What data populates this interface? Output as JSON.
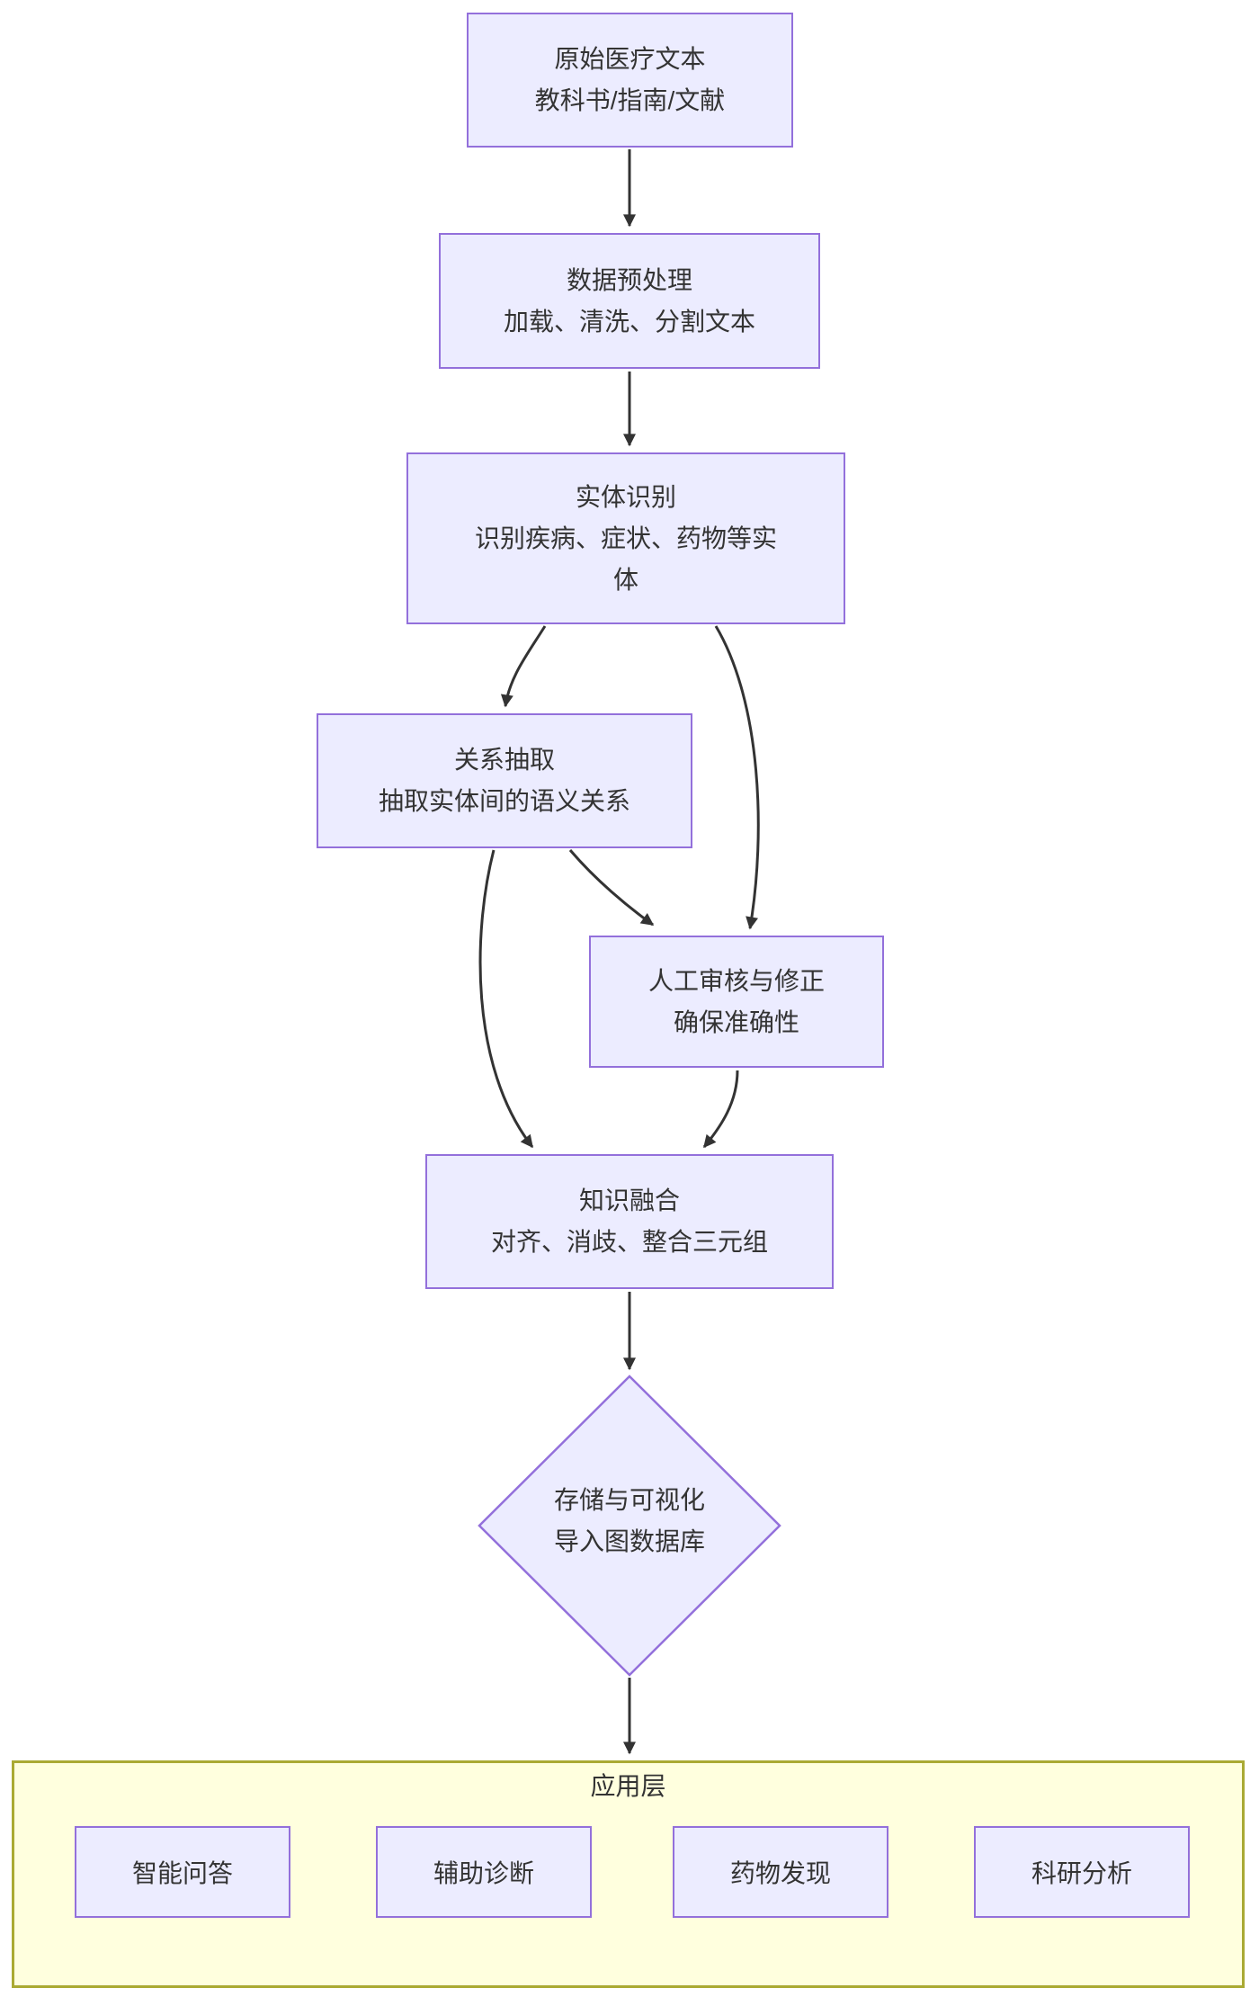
{
  "colors": {
    "node_fill": "#ECECFF",
    "node_border": "#9370DB",
    "text": "#333333",
    "edge": "#333333",
    "container_fill": "#FFFFDE",
    "container_border": "#AAAA33"
  },
  "nodes": {
    "raw_text": {
      "lines": [
        "原始医疗文本",
        "教科书/指南/文献"
      ]
    },
    "preprocess": {
      "lines": [
        "数据预处理",
        "加载、清洗、分割文本"
      ]
    },
    "entity_recognition": {
      "lines": [
        "实体识别",
        "识别疾病、症状、药物等实体"
      ]
    },
    "relation_extraction": {
      "lines": [
        "关系抽取",
        "抽取实体间的语义关系"
      ]
    },
    "manual_review": {
      "lines": [
        "人工审核与修正",
        "确保准确性"
      ]
    },
    "knowledge_fusion": {
      "lines": [
        "知识融合",
        "对齐、消歧、整合三元组"
      ]
    },
    "storage": {
      "lines": [
        "存储与可视化",
        "导入图数据库"
      ]
    }
  },
  "edges": [
    {
      "from": "raw_text",
      "to": "preprocess"
    },
    {
      "from": "preprocess",
      "to": "entity_recognition"
    },
    {
      "from": "entity_recognition",
      "to": "relation_extraction"
    },
    {
      "from": "entity_recognition",
      "to": "manual_review"
    },
    {
      "from": "relation_extraction",
      "to": "manual_review"
    },
    {
      "from": "relation_extraction",
      "to": "knowledge_fusion"
    },
    {
      "from": "manual_review",
      "to": "knowledge_fusion"
    },
    {
      "from": "knowledge_fusion",
      "to": "storage"
    },
    {
      "from": "storage",
      "to": "application_layer"
    }
  ],
  "application_layer": {
    "title": "应用层",
    "items": [
      {
        "label": "智能问答"
      },
      {
        "label": "辅助诊断"
      },
      {
        "label": "药物发现"
      },
      {
        "label": "科研分析"
      }
    ]
  }
}
